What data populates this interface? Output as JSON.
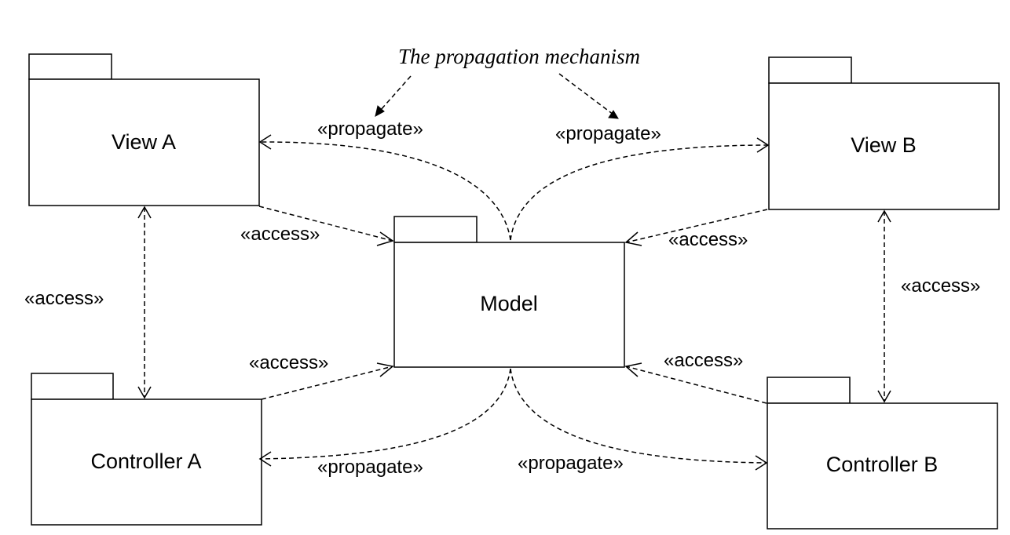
{
  "diagram": {
    "note": "The propagation mechanism",
    "packages": {
      "view_a": "View A",
      "view_b": "View B",
      "model": "Model",
      "controller_a": "Controller A",
      "controller_b": "Controller B"
    },
    "stereotypes": {
      "propagate": "«propagate»",
      "access": "«access»"
    }
  }
}
